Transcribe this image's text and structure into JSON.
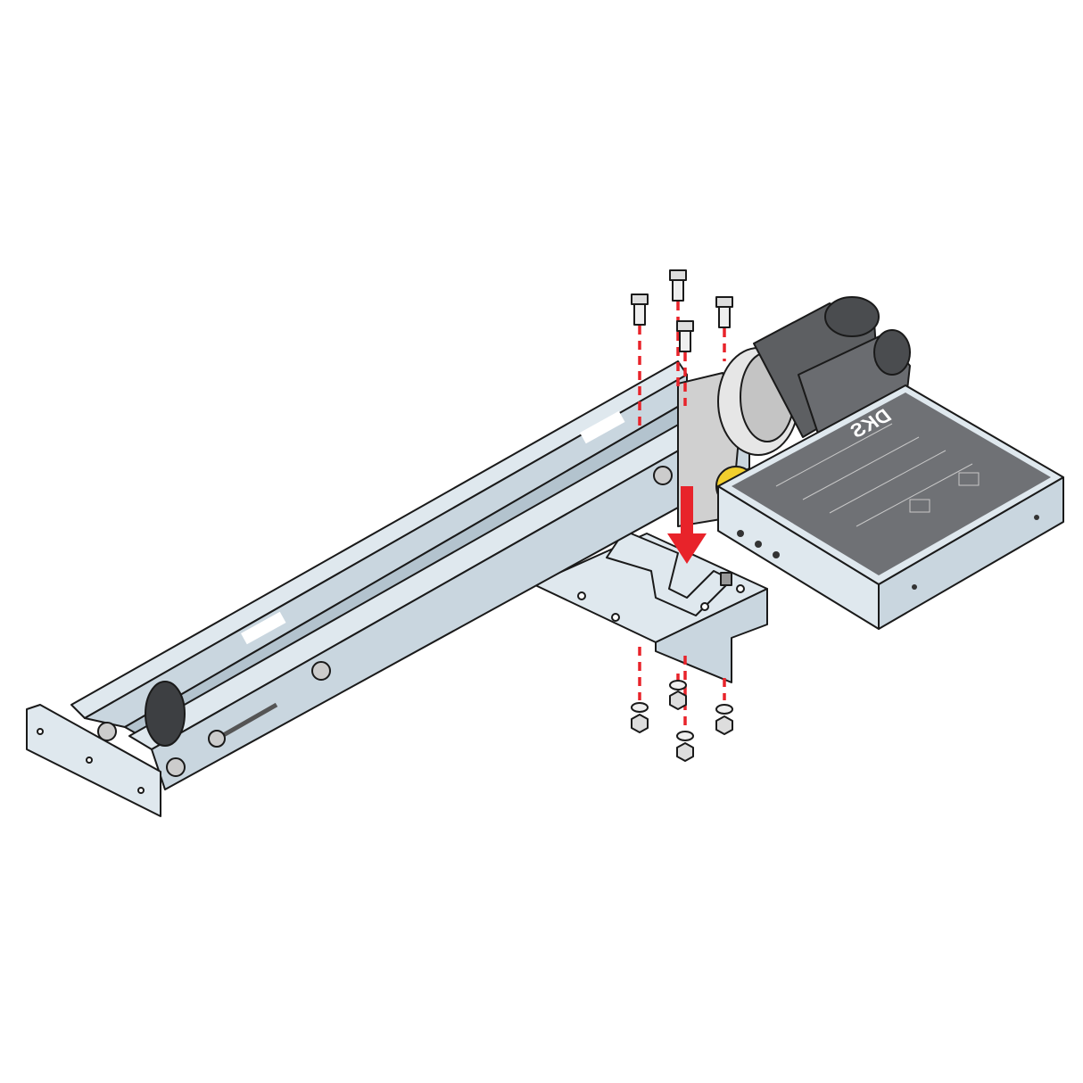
{
  "figure": {
    "description_label": "",
    "logo_text": "DKS",
    "colors": {
      "steel": "#dfe8ee",
      "motor": "#5d5f62",
      "control_box_top": "#6f7175",
      "arrow": "#e8232a",
      "gear": "#f2cf2e"
    },
    "parts": {
      "bolts": 4,
      "nuts": 4,
      "washers": 4
    }
  }
}
